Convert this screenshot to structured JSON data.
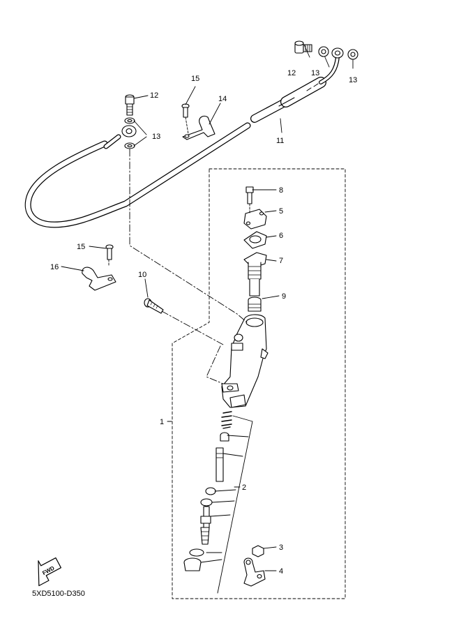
{
  "diagram": {
    "part_code": "5XD5100-D350",
    "fwd_label": "FWD",
    "callouts": {
      "c1": "1",
      "c2": "2",
      "c3": "3",
      "c4": "4",
      "c5": "5",
      "c6": "6",
      "c7": "7",
      "c8": "8",
      "c9": "9",
      "c10": "10",
      "c11": "11",
      "c12a": "12",
      "c12b": "12",
      "c13a": "13",
      "c13b": "13",
      "c13c": "13",
      "c14": "14",
      "c15a": "15",
      "c15b": "15",
      "c16": "16"
    },
    "line_color": "#000000",
    "part_fill": "#ffffff"
  }
}
